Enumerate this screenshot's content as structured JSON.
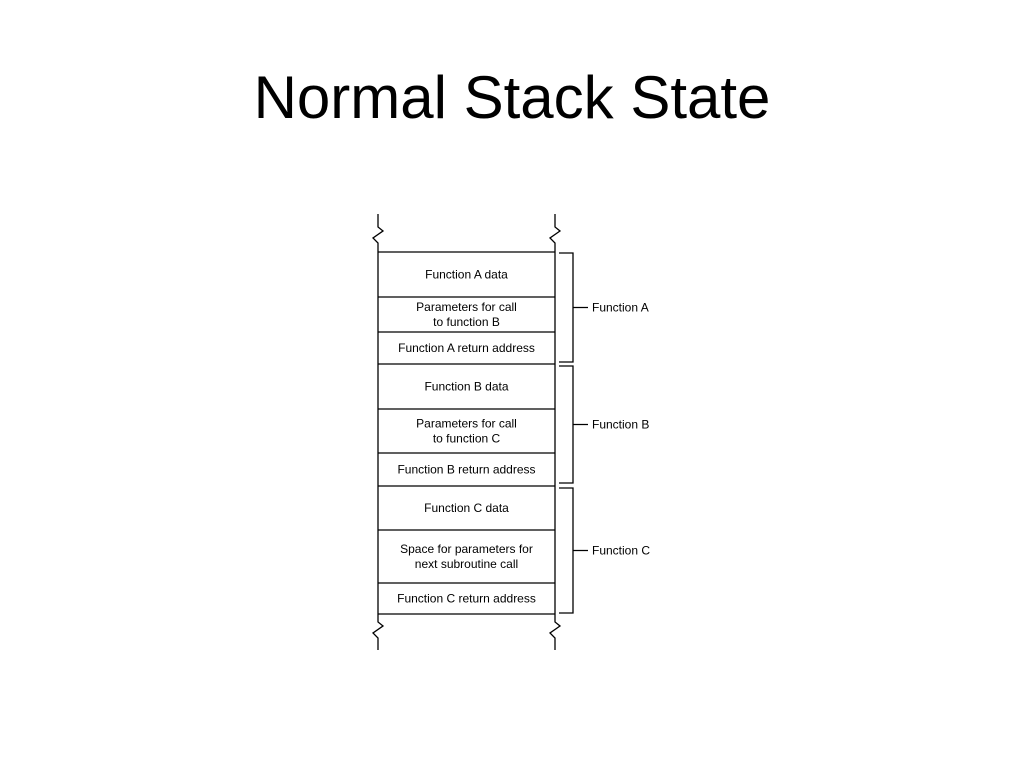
{
  "title": "Normal Stack State",
  "stack": {
    "cells": [
      {
        "lines": [
          "Function A data"
        ]
      },
      {
        "lines": [
          "Parameters for call",
          "to function B"
        ]
      },
      {
        "lines": [
          "Function A return address"
        ]
      },
      {
        "lines": [
          "Function B data"
        ]
      },
      {
        "lines": [
          "Parameters for call",
          "to function C"
        ]
      },
      {
        "lines": [
          "Function B return address"
        ]
      },
      {
        "lines": [
          "Function C data"
        ]
      },
      {
        "lines": [
          "Space for parameters for",
          "next subroutine call"
        ]
      },
      {
        "lines": [
          "Function C return address"
        ]
      }
    ],
    "groups": [
      {
        "label": "Function A"
      },
      {
        "label": "Function B"
      },
      {
        "label": "Function C"
      }
    ]
  }
}
